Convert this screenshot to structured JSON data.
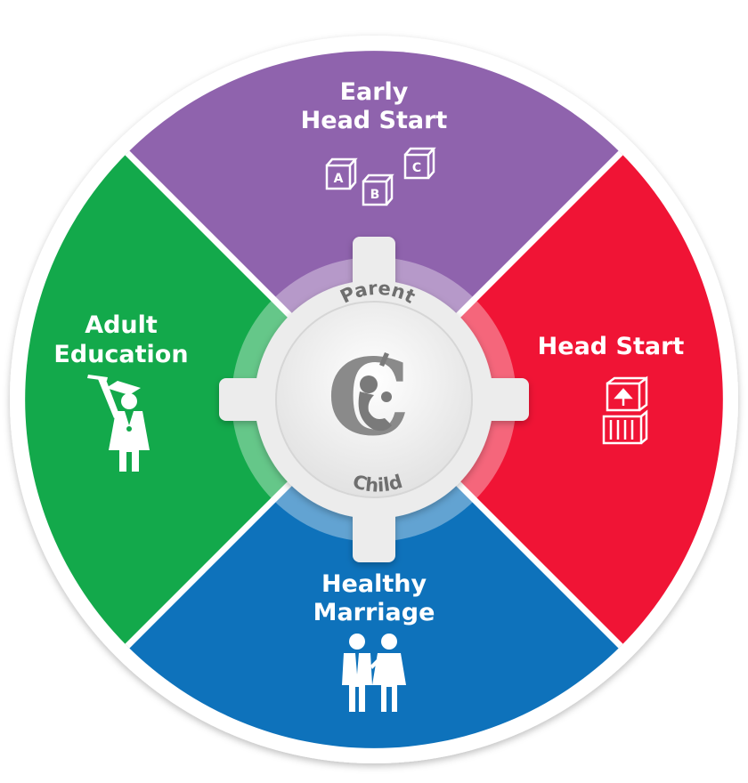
{
  "segments": {
    "top": {
      "line1": "Early",
      "line2": "Head Start",
      "color": "#8f63ad",
      "icon": "abc-blocks-icon",
      "blocks": [
        "A",
        "B",
        "C"
      ]
    },
    "right": {
      "line1": "Head Start",
      "color": "#f01435",
      "icon": "toy-box-icon"
    },
    "bottom": {
      "line1": "Healthy",
      "line2": "Marriage",
      "color": "#0e72bb",
      "icon": "couple-icon"
    },
    "left": {
      "line1": "Adult",
      "line2": "Education",
      "color": "#13a94b",
      "icon": "graduate-icon"
    }
  },
  "hub": {
    "top_text": "Parent",
    "bottom_text": "Child",
    "logo": "pc-logo",
    "color": "#eeeeee"
  }
}
